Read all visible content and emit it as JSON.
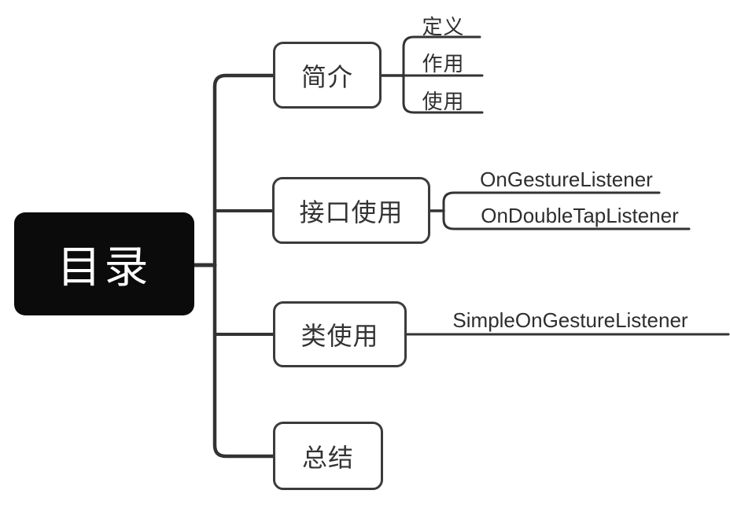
{
  "diagram": {
    "type": "mindmap",
    "root": {
      "label": "目录"
    },
    "branches": [
      {
        "label": "简介",
        "children": [
          {
            "label": "定义"
          },
          {
            "label": "作用"
          },
          {
            "label": "使用"
          }
        ]
      },
      {
        "label": "接口使用",
        "children": [
          {
            "label": "OnGestureListener"
          },
          {
            "label": "OnDoubleTapListener"
          }
        ]
      },
      {
        "label": "类使用",
        "children": [
          {
            "label": "SimpleOnGestureListener"
          }
        ]
      },
      {
        "label": "总结",
        "children": []
      }
    ],
    "colors": {
      "background": "#ffffff",
      "line": "#333333",
      "root_bg": "#0b0b0b",
      "root_text": "#ffffff",
      "node_border": "#3b3b3b",
      "node_text": "#333333"
    }
  }
}
